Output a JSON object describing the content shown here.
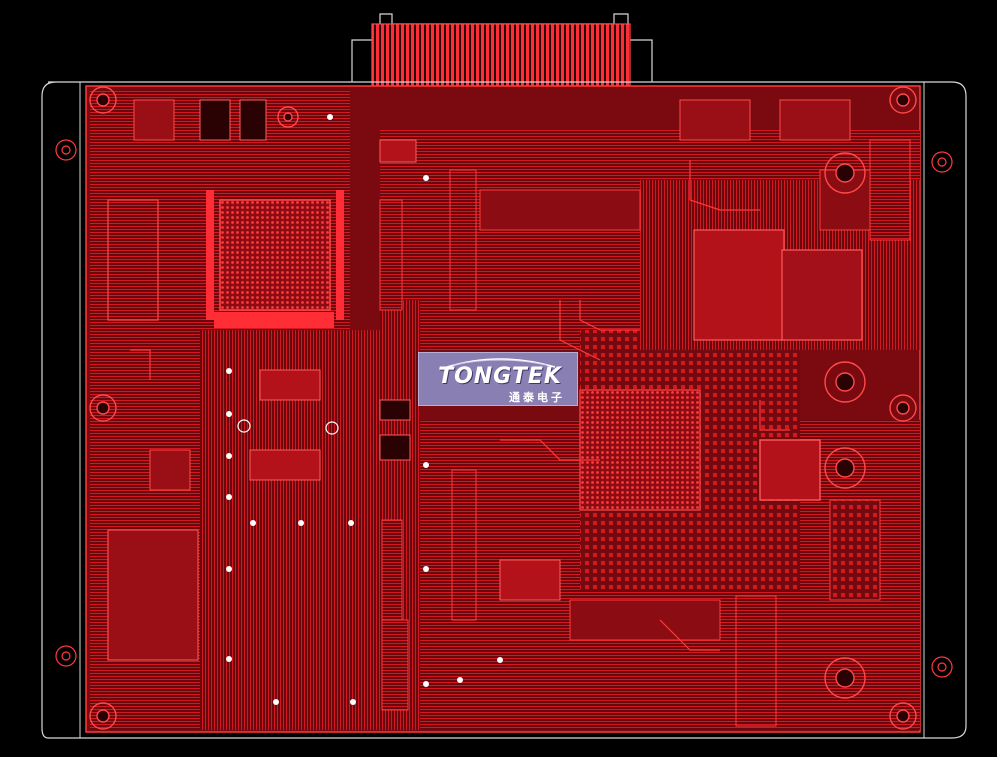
{
  "logo": {
    "wordmark": "TONGTEK",
    "subtitle_cn": "通泰电子"
  },
  "colors": {
    "background": "#000000",
    "board_fill": "#7a0a10",
    "copper_trace": "#ff1f2a",
    "copper_bright": "#ff4a4a",
    "outline": "#d8d8d8",
    "drill": "#ffffff",
    "logo_plate": "#8a7fb2"
  },
  "components": {
    "mounting_holes": 11,
    "chips": [
      "bga-cpu",
      "bga-soc",
      "qfp-controller",
      "edge-connector"
    ]
  }
}
